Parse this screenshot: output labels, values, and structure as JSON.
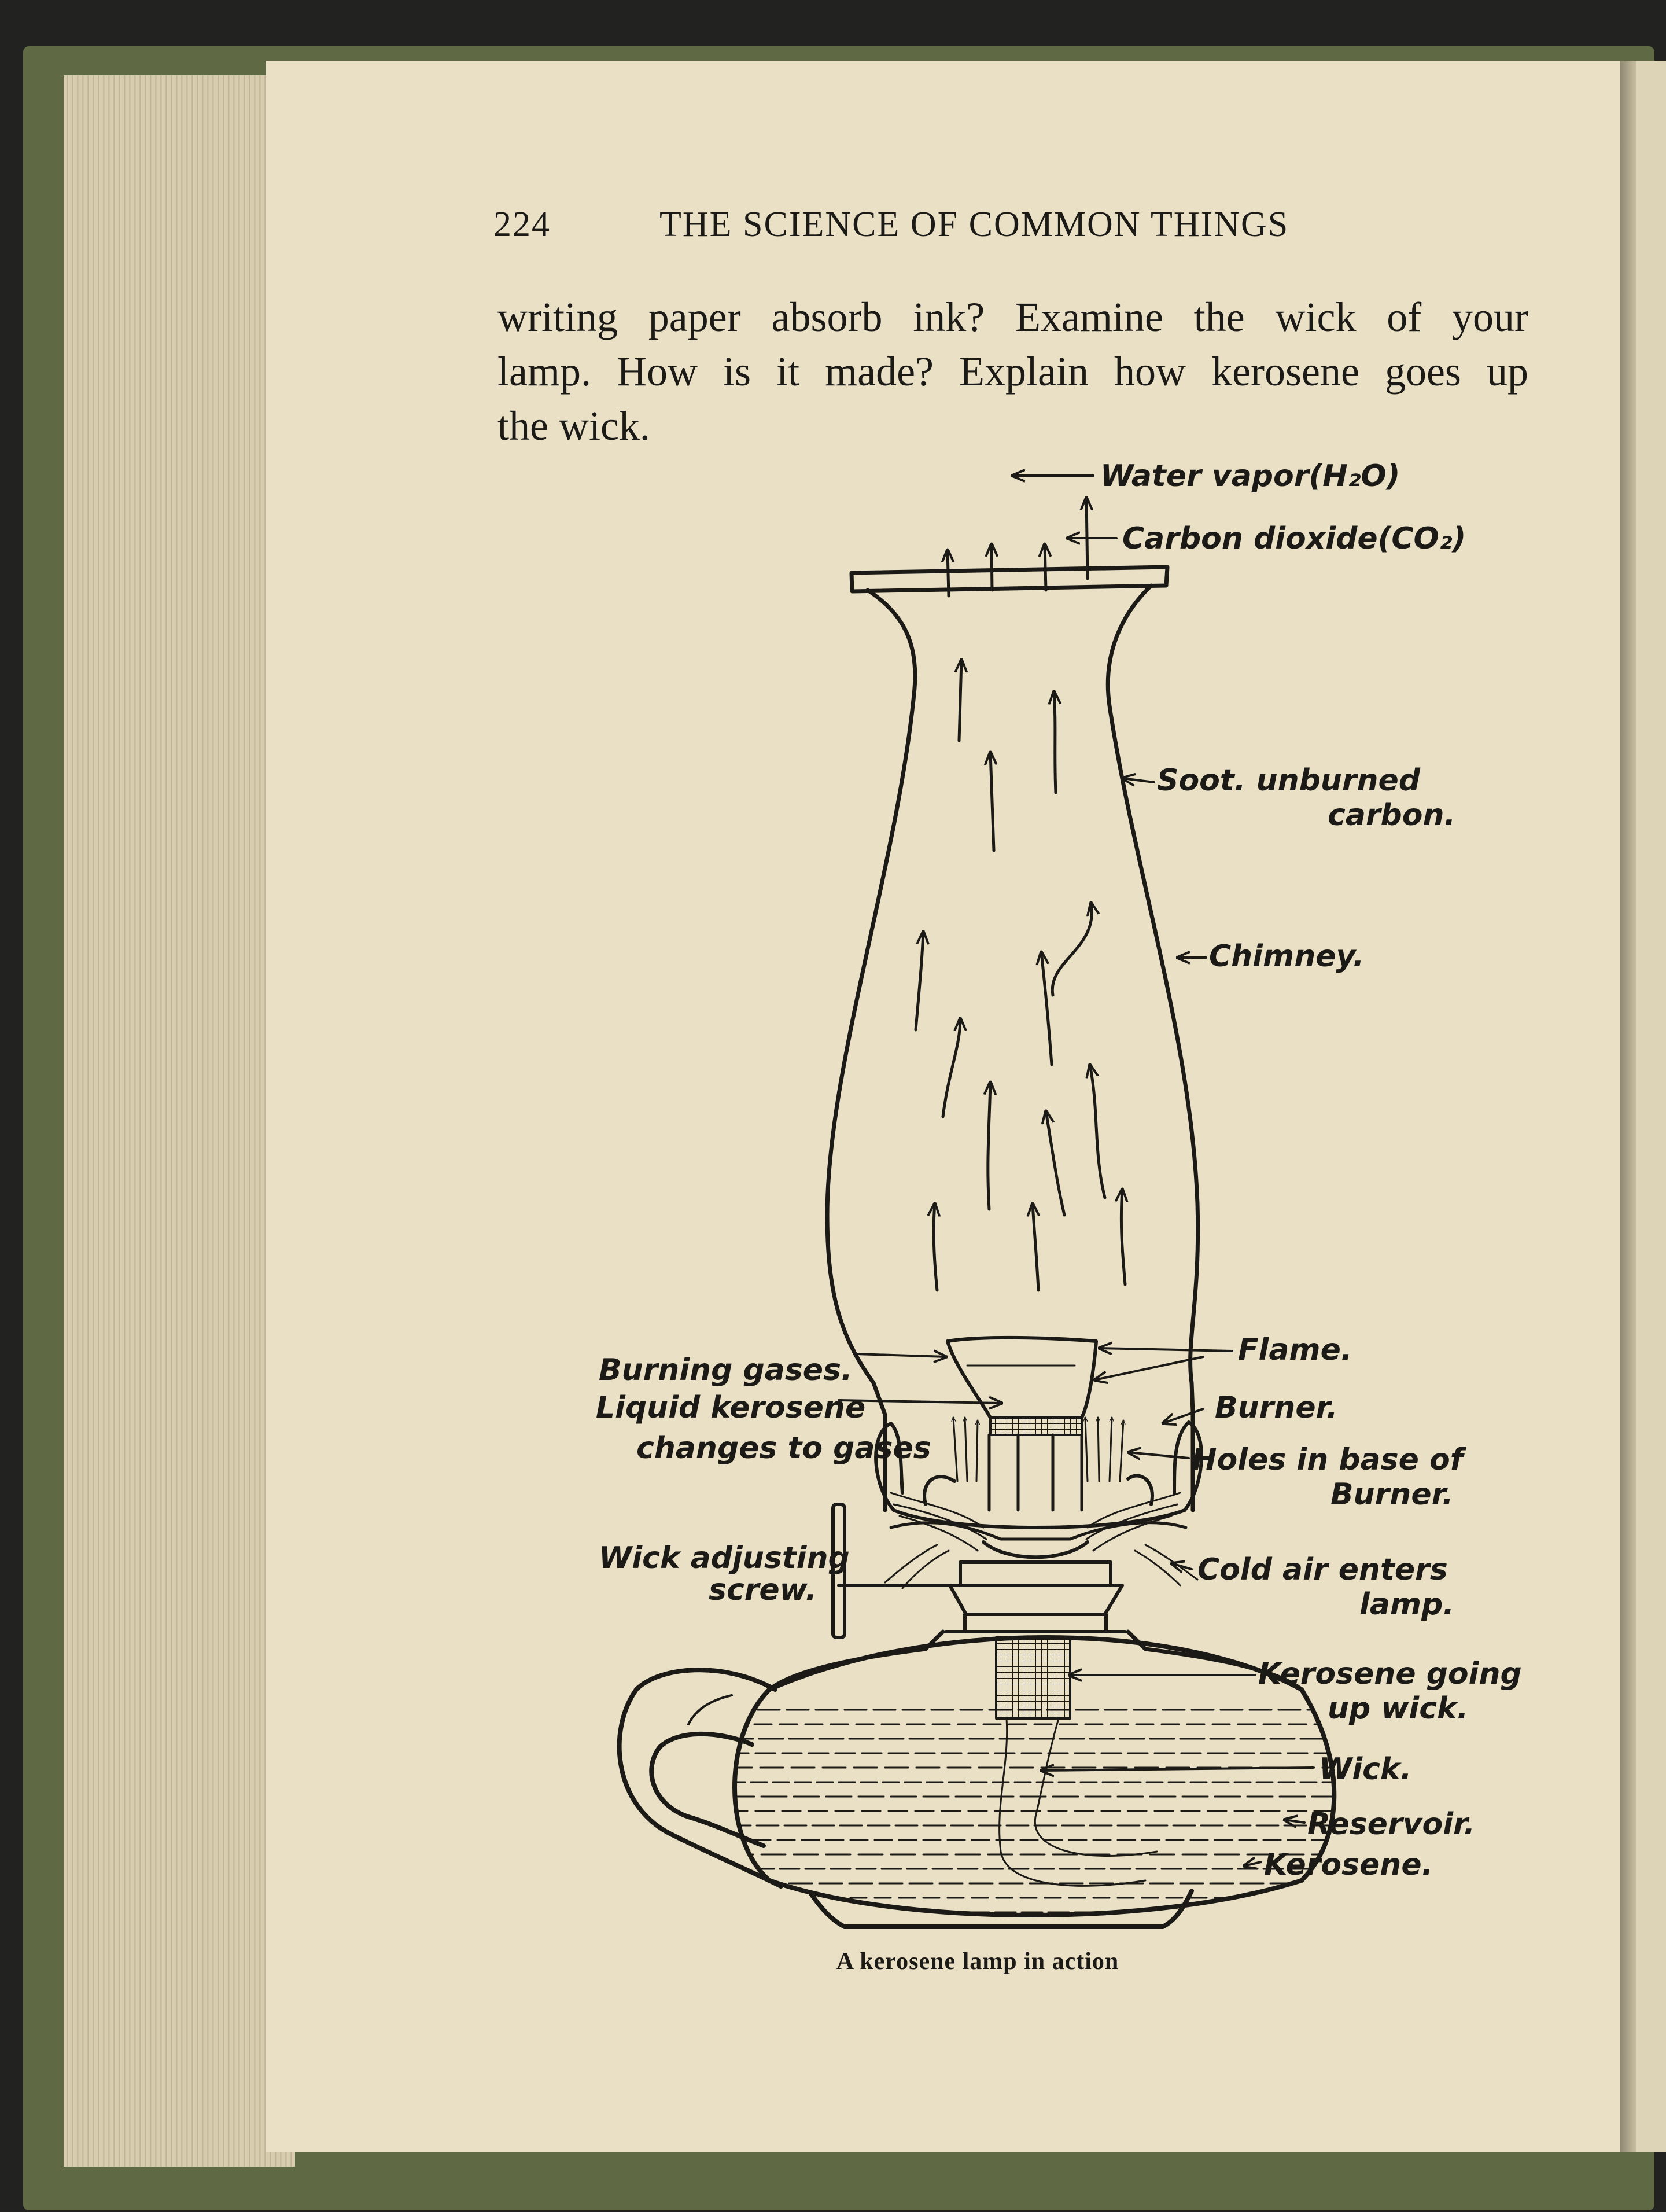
{
  "header": {
    "page_number": "224",
    "running_head": "THE SCIENCE OF COMMON THINGS"
  },
  "body": {
    "lines": [
      "writing paper absorb ink? Examine the wick of your",
      "lamp. How is it made? Explain how kerosene goes up",
      "the wick."
    ]
  },
  "figure": {
    "labels": {
      "water_vapor": "Water vapor(H₂O)",
      "carbon_dioxide": "Carbon dioxide(CO₂)",
      "soot_1": "Soot. unburned",
      "soot_2": "carbon.",
      "chimney": "Chimney.",
      "burning_gases": "Burning gases.",
      "liquid_kerosene_1": "Liquid kerosene",
      "liquid_kerosene_2": "changes to gases",
      "flame": "Flame.",
      "burner": "Burner.",
      "holes_1": "Holes in base of",
      "holes_2": "Burner.",
      "wick_screw_1": "Wick adjusting",
      "wick_screw_2": "screw.",
      "cold_air_1": "Cold air enters",
      "cold_air_2": "lamp.",
      "kerosene_going_1": "Kerosene going",
      "kerosene_going_2": "up wick.",
      "wick": "Wick.",
      "reservoir": "Reservoir.",
      "kerosene": "Kerosene."
    }
  },
  "caption": "A kerosene lamp in action"
}
